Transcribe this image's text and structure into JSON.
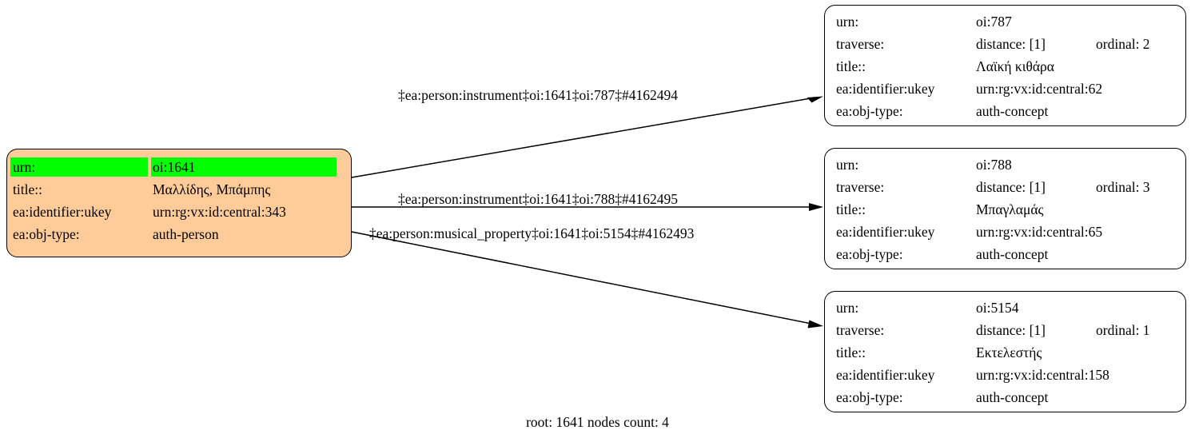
{
  "graph": {
    "footer": "root: 1641 nodes count: 4",
    "colors": {
      "root_fill": "#ffcc99",
      "highlight": "#00ff00",
      "node_fill": "#ffffff",
      "border": "#000000",
      "edge": "#000000"
    }
  },
  "root_node": {
    "id": "oi:1641",
    "type": "auth-person",
    "rows": [
      {
        "key": "urn:",
        "value": "oi:1641",
        "highlight": true
      },
      {
        "key": "title::",
        "value": "Μαλλίδης, Μπάμπης",
        "highlight": false
      },
      {
        "key": "ea:identifier:ukey",
        "value": "urn:rg:vx:id:central:343",
        "highlight": false
      },
      {
        "key": "ea:obj-type:",
        "value": "auth-person",
        "highlight": false
      }
    ]
  },
  "target_nodes": [
    {
      "id": "oi:787",
      "rows": [
        {
          "key": "urn:",
          "value": "oi:787",
          "extra": ""
        },
        {
          "key": "traverse:",
          "value": "distance: [1]",
          "extra": "ordinal: 2"
        },
        {
          "key": "title::",
          "value": "Λαϊκή κιθάρα",
          "extra": ""
        },
        {
          "key": "ea:identifier:ukey",
          "value": "urn:rg:vx:id:central:62",
          "extra": ""
        },
        {
          "key": "ea:obj-type:",
          "value": "auth-concept",
          "extra": ""
        }
      ]
    },
    {
      "id": "oi:788",
      "rows": [
        {
          "key": "urn:",
          "value": "oi:788",
          "extra": ""
        },
        {
          "key": "traverse:",
          "value": "distance: [1]",
          "extra": "ordinal: 3"
        },
        {
          "key": "title::",
          "value": "Μπαγλαμάς",
          "extra": ""
        },
        {
          "key": "ea:identifier:ukey",
          "value": "urn:rg:vx:id:central:65",
          "extra": ""
        },
        {
          "key": "ea:obj-type:",
          "value": "auth-concept",
          "extra": ""
        }
      ]
    },
    {
      "id": "oi:5154",
      "rows": [
        {
          "key": "urn:",
          "value": "oi:5154",
          "extra": ""
        },
        {
          "key": "traverse:",
          "value": "distance: [1]",
          "extra": "ordinal: 1"
        },
        {
          "key": "title::",
          "value": "Εκτελεστής",
          "extra": ""
        },
        {
          "key": "ea:identifier:ukey",
          "value": "urn:rg:vx:id:central:158",
          "extra": ""
        },
        {
          "key": "ea:obj-type:",
          "value": "auth-concept",
          "extra": ""
        }
      ]
    }
  ],
  "edges": [
    {
      "label": "‡ea:person:instrument‡oi:1641‡oi:787‡#4162494"
    },
    {
      "label": "‡ea:person:instrument‡oi:1641‡oi:788‡#4162495"
    },
    {
      "label": "‡ea:person:musical_property‡oi:1641‡oi:5154‡#4162493"
    }
  ]
}
